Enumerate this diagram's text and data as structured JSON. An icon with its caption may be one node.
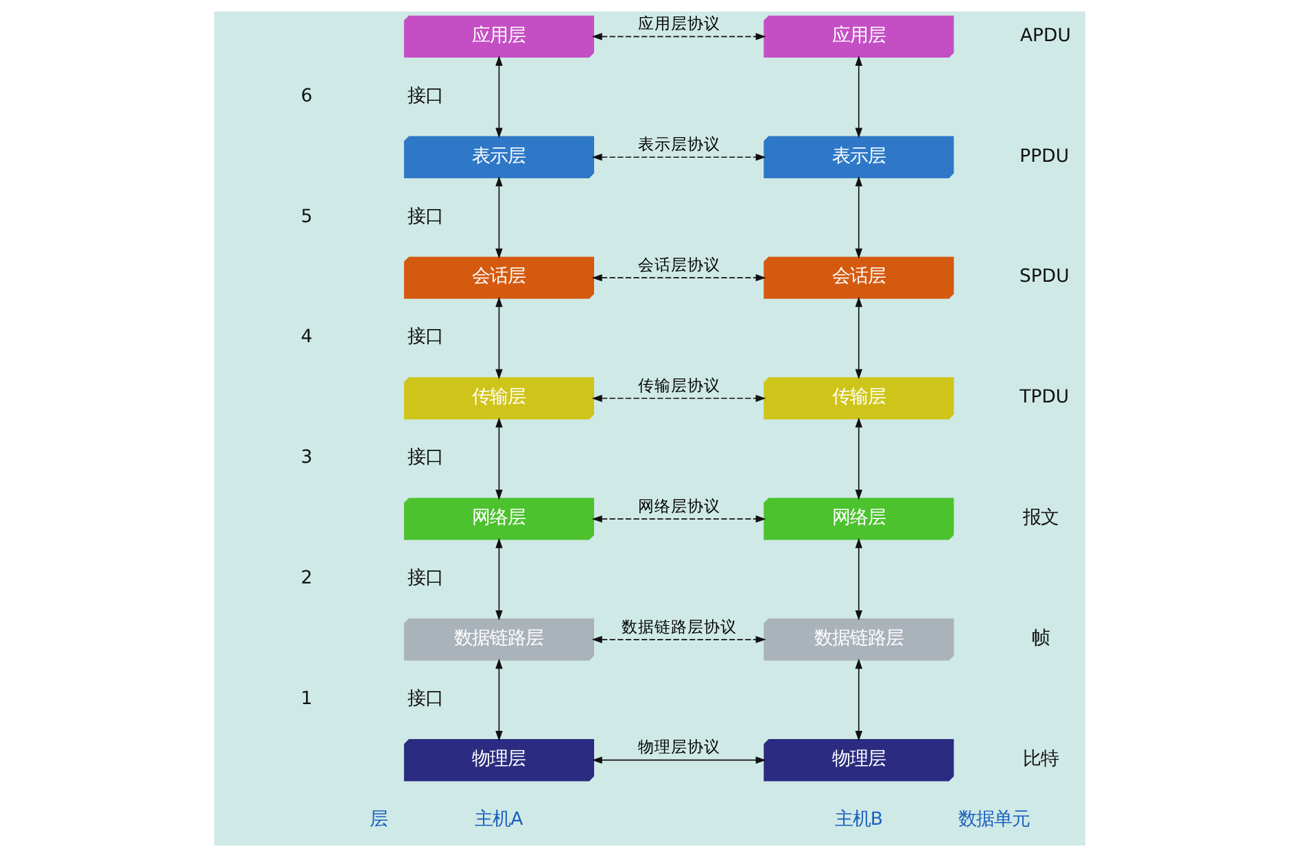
{
  "diagram": {
    "nodes": [
      {
        "text": [
          "应用层"
        ]
      },
      {
        "text": [
          "表示层"
        ]
      },
      {
        "text": [
          "会话层"
        ]
      },
      {
        "text": [
          "传输层"
        ]
      },
      {
        "text": [
          "网络层"
        ]
      },
      {
        "text": [
          "数据链路层"
        ]
      },
      {
        "text": [
          "物理层"
        ]
      },
      {
        "text": [
          "应用层"
        ]
      },
      {
        "text": [
          "表示层"
        ]
      },
      {
        "text": [
          "会话层"
        ]
      },
      {
        "text": [
          "传输层"
        ]
      },
      {
        "text": [
          "网络层"
        ]
      },
      {
        "text": [
          "数据链路层"
        ]
      },
      {
        "text": [
          "物理层"
        ]
      }
    ],
    "edges": [
      {
        "from": 0,
        "to": 1,
        "arrow": "both"
      },
      {
        "from": 1,
        "to": 2,
        "arrow": "both"
      },
      {
        "from": 2,
        "to": 3,
        "arrow": "both"
      },
      {
        "from": 3,
        "to": 4,
        "arrow": "both"
      },
      {
        "from": 4,
        "to": 5,
        "arrow": "both"
      },
      {
        "from": 5,
        "to": 6,
        "arrow": "both"
      },
      {
        "from": 7,
        "to": 8,
        "arrow": "both"
      },
      {
        "from": 8,
        "to": 9,
        "arrow": "both"
      },
      {
        "from": 9,
        "to": 10,
        "arrow": "both"
      },
      {
        "from": 10,
        "to": 11,
        "arrow": "both"
      },
      {
        "from": 11,
        "to": 12,
        "arrow": "both"
      },
      {
        "from": 12,
        "to": 13,
        "arrow": "both"
      },
      {
        "from": 0,
        "to": 7,
        "arrow": "both",
        "label": "应用层协议",
        "style": "dashed"
      },
      {
        "from": 1,
        "to": 8,
        "arrow": "both",
        "label": "表示层协议",
        "style": "dashed"
      },
      {
        "from": 2,
        "to": 9,
        "arrow": "both",
        "label": "会话层协议",
        "style": "dashed"
      },
      {
        "from": 3,
        "to": 10,
        "arrow": "both",
        "label": "传输层协议",
        "style": "dashed"
      },
      {
        "from": 4,
        "to": 11,
        "arrow": "both",
        "label": "网络层协议",
        "style": "dashed"
      },
      {
        "from": 5,
        "to": 12,
        "arrow": "both",
        "label": "数据链路层协议",
        "style": "dashed"
      },
      {
        "from": 6,
        "to": 13,
        "arrow": "both",
        "label": "物理层协议"
      }
    ],
    "labels": [
      "APDU",
      "6",
      "接口",
      "PPDU",
      "5",
      "接口",
      "SPDU",
      "4",
      "接口",
      "TPDU",
      "3",
      "接口",
      "报文",
      "2",
      "接口",
      "帧",
      "1",
      "接口",
      "比特",
      "层",
      "主机A",
      "主机B",
      "数据单元"
    ]
  }
}
